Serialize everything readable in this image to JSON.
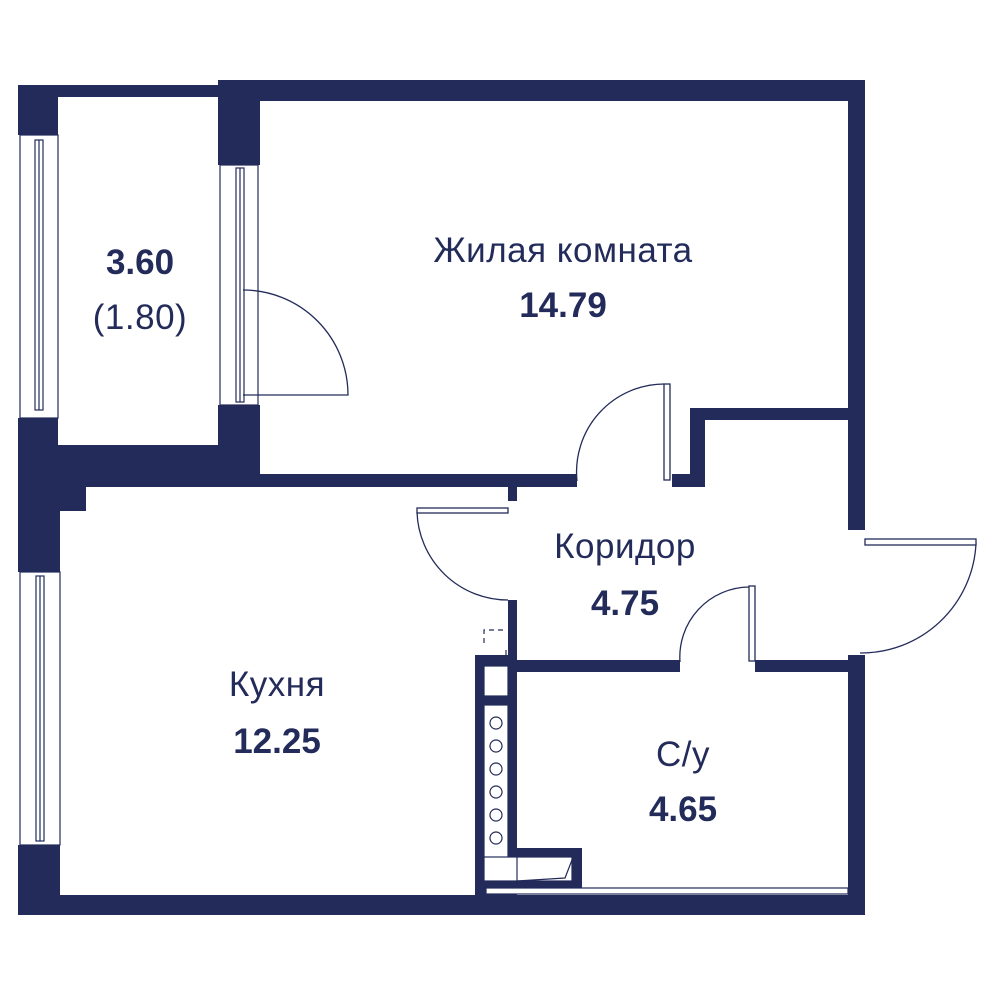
{
  "colors": {
    "wall": "#232B5A",
    "background": "#FFFFFF"
  },
  "rooms": [
    {
      "id": "balcony",
      "area": "3.60",
      "reduced_area": "(1.80)"
    },
    {
      "id": "living-room",
      "name": "Жилая комната",
      "area": "14.79"
    },
    {
      "id": "corridor",
      "name": "Коридор",
      "area": "4.75"
    },
    {
      "id": "kitchen",
      "name": "Кухня",
      "area": "12.25"
    },
    {
      "id": "bathroom",
      "name": "С/у",
      "area": "4.65"
    }
  ]
}
